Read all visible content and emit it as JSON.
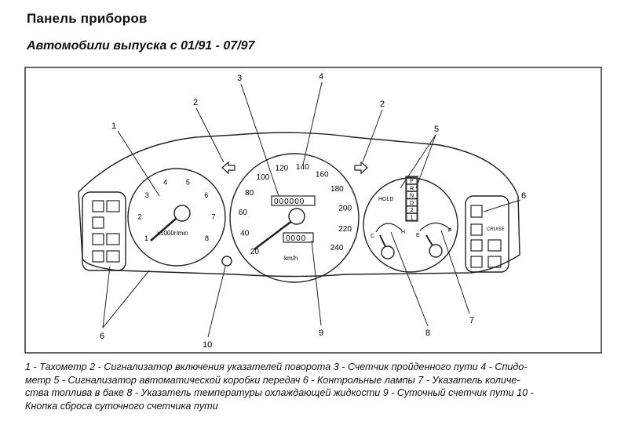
{
  "title": "Панель приборов",
  "subtitle": "Автомобили выпуска с 01/91 - 07/97",
  "callouts": [
    "1",
    "2",
    "3",
    "4",
    "2",
    "5",
    "6",
    "6",
    "10",
    "9",
    "8",
    "7"
  ],
  "tachometer": {
    "ticks": [
      "1",
      "2",
      "3",
      "4",
      "5",
      "6",
      "7",
      "8"
    ],
    "unit": "x1000r/min"
  },
  "speedometer": {
    "ticks": [
      "20",
      "40",
      "60",
      "80",
      "100",
      "120",
      "140",
      "160",
      "180",
      "200",
      "220",
      "240"
    ],
    "unit": "km/h",
    "odometer": "000000",
    "trip": "0000"
  },
  "gearbox": {
    "hold_label": "HOLD",
    "positions": [
      "P",
      "R",
      "N",
      "D",
      "2",
      "1"
    ]
  },
  "gauges": {
    "temp_cold": "C",
    "temp_hot": "H",
    "fuel_empty": "E",
    "fuel_full": "F"
  },
  "cruise_label": "CRUISE",
  "caption": {
    "line1": "1 - Тахометр 2 - Сигнализатор включения указателей поворота 3 - Счетчик пройденного пути 4 - Спидо-",
    "line2": "метр 5 - Сигнализатор автоматической коробки передач 6 - Контрольные лампы 7 - Указатель количе-",
    "line3": "ства топлива в баке 8 - Указатель температуры охлаждающей жидкости 9 - Суточный счетчик пути 10 -",
    "line4": "Кнопка сброса суточного счетчика пути"
  }
}
